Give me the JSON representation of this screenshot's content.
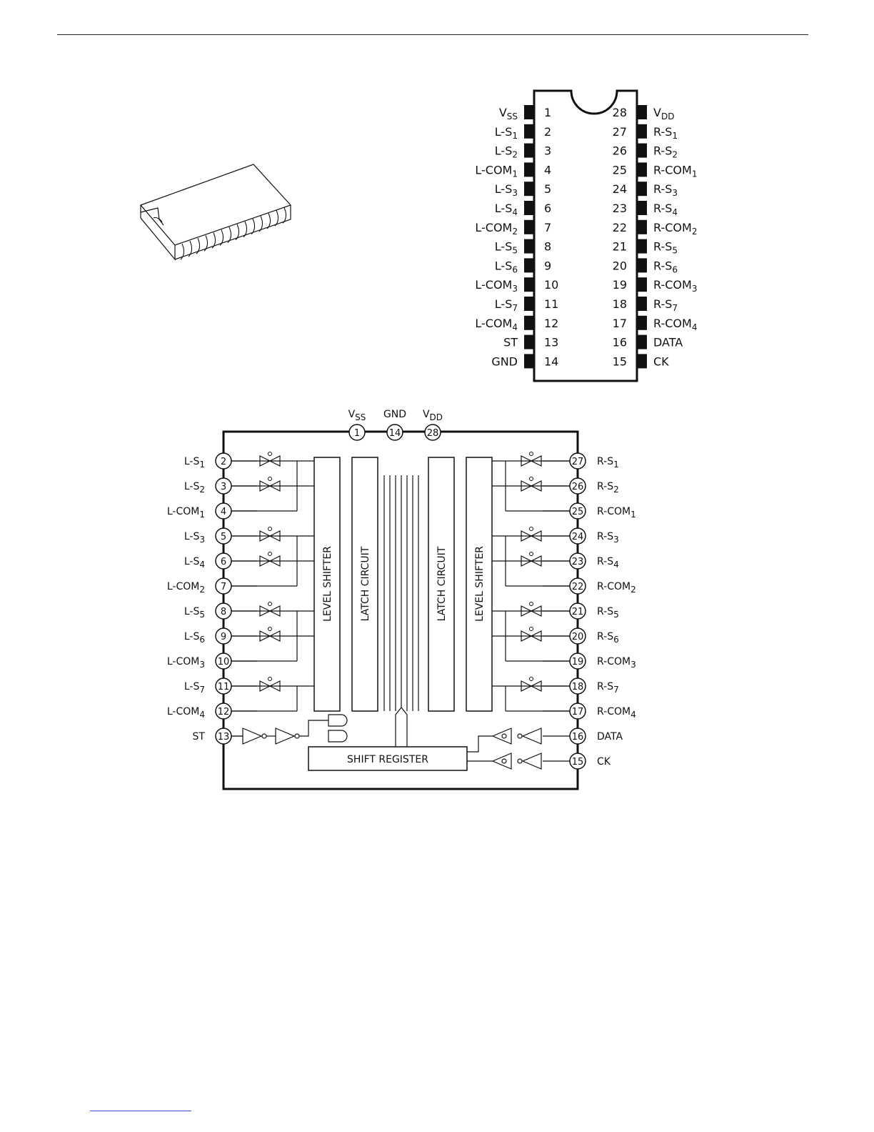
{
  "pinout": {
    "left_pins": [
      {
        "num": "1",
        "name": "V",
        "sub": "SS"
      },
      {
        "num": "2",
        "name": "L-S",
        "sub": "1"
      },
      {
        "num": "3",
        "name": "L-S",
        "sub": "2"
      },
      {
        "num": "4",
        "name": "L-COM",
        "sub": "1"
      },
      {
        "num": "5",
        "name": "L-S",
        "sub": "3"
      },
      {
        "num": "6",
        "name": "L-S",
        "sub": "4"
      },
      {
        "num": "7",
        "name": "L-COM",
        "sub": "2"
      },
      {
        "num": "8",
        "name": "L-S",
        "sub": "5"
      },
      {
        "num": "9",
        "name": "L-S",
        "sub": "6"
      },
      {
        "num": "10",
        "name": "L-COM",
        "sub": "3"
      },
      {
        "num": "11",
        "name": "L-S",
        "sub": "7"
      },
      {
        "num": "12",
        "name": "L-COM",
        "sub": "4"
      },
      {
        "num": "13",
        "name": "ST",
        "sub": ""
      },
      {
        "num": "14",
        "name": "GND",
        "sub": ""
      }
    ],
    "right_pins": [
      {
        "num": "28",
        "name": "V",
        "sub": "DD"
      },
      {
        "num": "27",
        "name": "R-S",
        "sub": "1"
      },
      {
        "num": "26",
        "name": "R-S",
        "sub": "2"
      },
      {
        "num": "25",
        "name": "R-COM",
        "sub": "1"
      },
      {
        "num": "24",
        "name": "R-S",
        "sub": "3"
      },
      {
        "num": "23",
        "name": "R-S",
        "sub": "4"
      },
      {
        "num": "22",
        "name": "R-COM",
        "sub": "2"
      },
      {
        "num": "21",
        "name": "R-S",
        "sub": "5"
      },
      {
        "num": "20",
        "name": "R-S",
        "sub": "6"
      },
      {
        "num": "19",
        "name": "R-COM",
        "sub": "3"
      },
      {
        "num": "18",
        "name": "R-S",
        "sub": "7"
      },
      {
        "num": "17",
        "name": "R-COM",
        "sub": "4"
      },
      {
        "num": "16",
        "name": "DATA",
        "sub": ""
      },
      {
        "num": "15",
        "name": "CK",
        "sub": ""
      }
    ]
  },
  "block_diagram": {
    "top_pins": [
      {
        "num": "1",
        "name": "V",
        "sub": "SS"
      },
      {
        "num": "14",
        "name": "GND",
        "sub": ""
      },
      {
        "num": "28",
        "name": "V",
        "sub": "DD"
      }
    ],
    "left_pins": [
      {
        "num": "2",
        "name": "L-S",
        "sub": "1"
      },
      {
        "num": "3",
        "name": "L-S",
        "sub": "2"
      },
      {
        "num": "4",
        "name": "L-COM",
        "sub": "1"
      },
      {
        "num": "5",
        "name": "L-S",
        "sub": "3"
      },
      {
        "num": "6",
        "name": "L-S",
        "sub": "4"
      },
      {
        "num": "7",
        "name": "L-COM",
        "sub": "2"
      },
      {
        "num": "8",
        "name": "L-S",
        "sub": "5"
      },
      {
        "num": "9",
        "name": "L-S",
        "sub": "6"
      },
      {
        "num": "10",
        "name": "L-COM",
        "sub": "3"
      },
      {
        "num": "11",
        "name": "L-S",
        "sub": "7"
      },
      {
        "num": "12",
        "name": "L-COM",
        "sub": "4"
      },
      {
        "num": "13",
        "name": "ST",
        "sub": ""
      }
    ],
    "right_pins": [
      {
        "num": "27",
        "name": "R-S",
        "sub": "1"
      },
      {
        "num": "26",
        "name": "R-S",
        "sub": "2"
      },
      {
        "num": "25",
        "name": "R-COM",
        "sub": "1"
      },
      {
        "num": "24",
        "name": "R-S",
        "sub": "3"
      },
      {
        "num": "23",
        "name": "R-S",
        "sub": "4"
      },
      {
        "num": "22",
        "name": "R-COM",
        "sub": "2"
      },
      {
        "num": "21",
        "name": "R-S",
        "sub": "5"
      },
      {
        "num": "20",
        "name": "R-S",
        "sub": "6"
      },
      {
        "num": "19",
        "name": "R-COM",
        "sub": "3"
      },
      {
        "num": "18",
        "name": "R-S",
        "sub": "7"
      },
      {
        "num": "17",
        "name": "R-COM",
        "sub": "4"
      },
      {
        "num": "16",
        "name": "DATA",
        "sub": ""
      },
      {
        "num": "15",
        "name": "CK",
        "sub": ""
      }
    ],
    "blocks": {
      "level_shifter_left": "LEVEL SHIFTER",
      "latch_left": "LATCH CIRCUIT",
      "latch_right": "LATCH CIRCUIT",
      "level_shifter_right": "LEVEL SHIFTER",
      "shift_register": "SHIFT REGISTER"
    }
  }
}
